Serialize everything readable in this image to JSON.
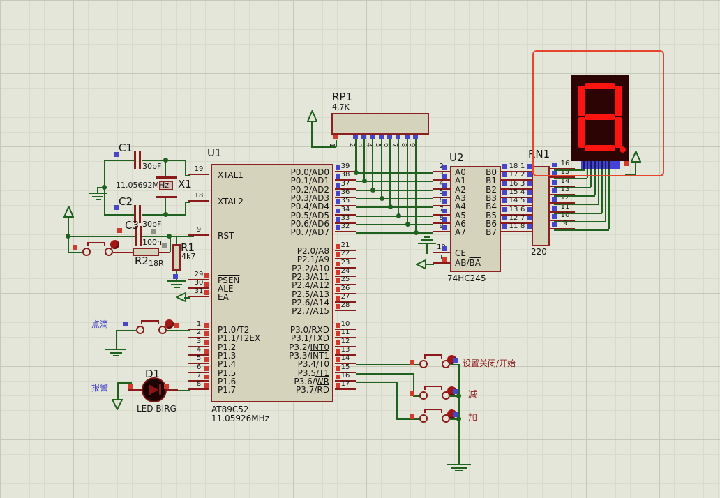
{
  "colors": {
    "wire_green": "#1f611f",
    "pin_red": "#8b1a1a",
    "body_fill": "#d6d3bc",
    "body_border": "#8b2020",
    "state_high": "#d23a2e",
    "state_low": "#4646c8",
    "state_float": "#90908a",
    "label_blue": "#3b3bc8",
    "label_dark_red": "#8b2020",
    "segment_on": "#fb1410",
    "display_body": "#2d0404",
    "selection_box": "#e8432c",
    "connector_blue": "#4040dd",
    "background": "#e4e6d9"
  },
  "u1": {
    "ref": "U1",
    "part": "AT89C52",
    "freq": "11.05926MHz",
    "ltop": [
      {
        "n": "19",
        "l": "XTAL1"
      },
      {
        "n": "18",
        "l": "XTAL2"
      },
      {
        "n": "9",
        "l": "RST"
      }
    ],
    "lctl": [
      {
        "n": "29",
        "ov": "PSEN"
      },
      {
        "n": "30",
        "l": "ALE"
      },
      {
        "n": "31",
        "ov": "EA"
      }
    ],
    "p1": [
      {
        "n": "1",
        "l": "P1.0/T2"
      },
      {
        "n": "2",
        "l": "P1.1/T2EX"
      },
      {
        "n": "3",
        "l": "P1.2"
      },
      {
        "n": "4",
        "l": "P1.3"
      },
      {
        "n": "5",
        "l": "P1.4"
      },
      {
        "n": "6",
        "l": "P1.5"
      },
      {
        "n": "7",
        "l": "P1.6"
      },
      {
        "n": "8",
        "l": "P1.7"
      }
    ],
    "p0": [
      {
        "n": "39",
        "l": "P0.0/AD0"
      },
      {
        "n": "38",
        "l": "P0.1/AD1"
      },
      {
        "n": "37",
        "l": "P0.2/AD2"
      },
      {
        "n": "36",
        "l": "P0.3/AD3"
      },
      {
        "n": "35",
        "l": "P0.4/AD4"
      },
      {
        "n": "34",
        "l": "P0.5/AD5"
      },
      {
        "n": "33",
        "l": "P0.6/AD6"
      },
      {
        "n": "32",
        "l": "P0.7/AD7"
      }
    ],
    "p2": [
      {
        "n": "21",
        "l": "P2.0/A8"
      },
      {
        "n": "22",
        "l": "P2.1/A9"
      },
      {
        "n": "23",
        "l": "P2.2/A10"
      },
      {
        "n": "24",
        "l": "P2.3/A11"
      },
      {
        "n": "25",
        "l": "P2.4/A12"
      },
      {
        "n": "26",
        "l": "P2.5/A13"
      },
      {
        "n": "27",
        "l": "P2.6/A14"
      },
      {
        "n": "28",
        "l": "P2.7/A15"
      }
    ],
    "p3": [
      {
        "n": "10",
        "l": "P3.0/RXD"
      },
      {
        "n": "11",
        "l": "P3.1/",
        "ov": "TXD"
      },
      {
        "n": "12",
        "l": "P3.2/",
        "ov": "INT0"
      },
      {
        "n": "13",
        "l": "P3.3/",
        "ov": "INT1"
      },
      {
        "n": "14",
        "l": "P3.4/T0"
      },
      {
        "n": "15",
        "l": "P3.5/T1"
      },
      {
        "n": "16",
        "l": "P3.6/",
        "ov": "WR"
      },
      {
        "n": "17",
        "l": "P3.7/",
        "ov": "RD"
      }
    ]
  },
  "u2": {
    "ref": "U2",
    "part": "74HC245",
    "a": [
      {
        "n": "2",
        "l": "A0"
      },
      {
        "n": "3",
        "l": "A1"
      },
      {
        "n": "4",
        "l": "A2"
      },
      {
        "n": "5",
        "l": "A3"
      },
      {
        "n": "6",
        "l": "A4"
      },
      {
        "n": "7",
        "l": "A5"
      },
      {
        "n": "8",
        "l": "A6"
      },
      {
        "n": "9",
        "l": "A7"
      }
    ],
    "b": [
      {
        "n": "18",
        "rn": "1",
        "l": "B0"
      },
      {
        "n": "17",
        "rn": "2",
        "l": "B1"
      },
      {
        "n": "16",
        "rn": "3",
        "l": "B2"
      },
      {
        "n": "15",
        "rn": "4",
        "l": "B3"
      },
      {
        "n": "14",
        "rn": "5",
        "l": "B4"
      },
      {
        "n": "13",
        "rn": "6",
        "l": "B5"
      },
      {
        "n": "12",
        "rn": "7",
        "l": "B6"
      },
      {
        "n": "11",
        "rn": "8",
        "l": "B7"
      }
    ],
    "ce": {
      "n": "19",
      "ov": "CE"
    },
    "dir": {
      "n": "1",
      "l": "AB/",
      "ov": "BA"
    }
  },
  "rp1": {
    "ref": "RP1",
    "value": "4.7K",
    "pins": [
      "1",
      "2",
      "3",
      "4",
      "5",
      "6",
      "7",
      "8",
      "9"
    ]
  },
  "rn1": {
    "ref": "RN1",
    "value": "220",
    "right": [
      "16",
      "15",
      "14",
      "13",
      "12",
      "11",
      "10",
      "9"
    ]
  },
  "parts": {
    "c1": {
      "ref": "C1",
      "value": "30pF"
    },
    "c2": {
      "ref": "C2",
      "value": "30pF"
    },
    "c3": {
      "ref": "C3",
      "value": "100n"
    },
    "x1": {
      "ref": "X1",
      "value": "11.05692MHz"
    },
    "r1": {
      "ref": "R1",
      "value": "4k7"
    },
    "r2": {
      "ref": "R2",
      "value": "18R"
    },
    "d1": {
      "ref": "D1",
      "part": "LED-BIRG"
    }
  },
  "display": {
    "digit": "8"
  },
  "labels": {
    "drip": "点滴",
    "alarm": "报警",
    "set": "设置关闭/开始",
    "dec": "减",
    "inc": "加"
  }
}
